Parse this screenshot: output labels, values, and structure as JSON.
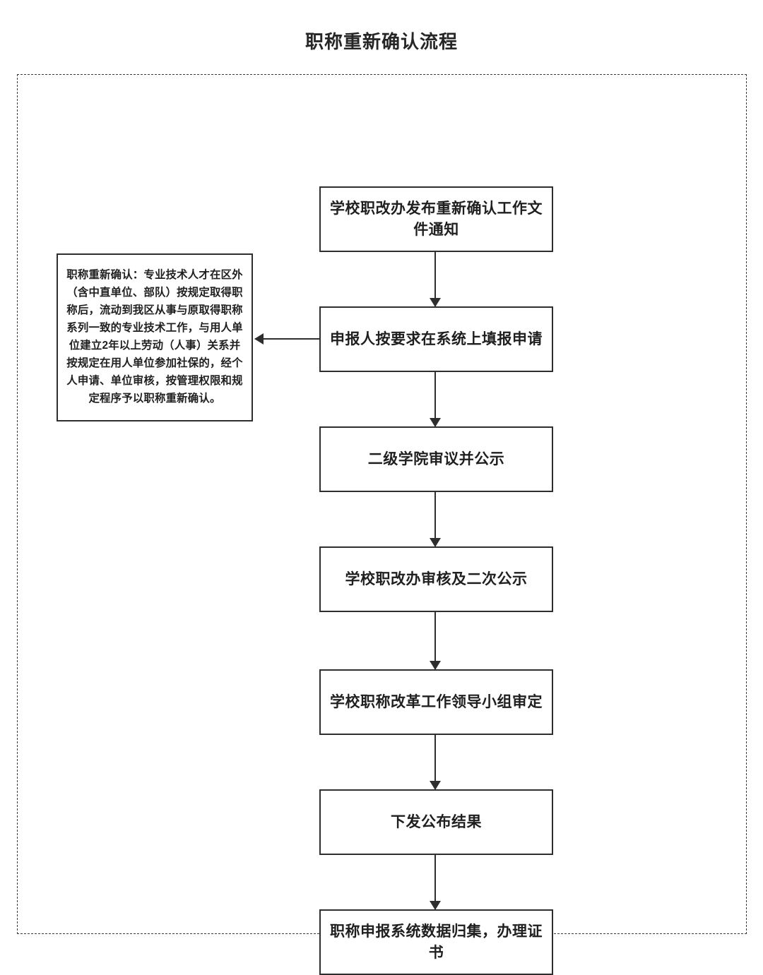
{
  "page": {
    "title": "职称重新确认流程"
  },
  "flow": {
    "container_style": "dashed",
    "colors": {
      "box_border": "#2e2e2e",
      "container_border": "#3a3a3a",
      "text": "#1f1f1f",
      "background": "#ffffff"
    },
    "steps": [
      {
        "id": 1,
        "label": "学校职改办发布重新确认工作文件通知"
      },
      {
        "id": 2,
        "label": "申报人按要求在系统上填报申请"
      },
      {
        "id": 3,
        "label": "二级学院审议并公示"
      },
      {
        "id": 4,
        "label": "学校职改办审核及二次公示"
      },
      {
        "id": 5,
        "label": "学校职称改革工作领导小组审定"
      },
      {
        "id": 6,
        "label": "下发公布结果"
      },
      {
        "id": 7,
        "label": "职称申报系统数据归集，办理证书"
      }
    ],
    "note": {
      "text": "职称重新确认：专业技术人才在区外（含中直单位、部队）按规定取得职称后，流动到我区从事与原取得职称系列一致的专业技术工作，与用人单位建立2年以上劳动（人事）关系并按规定在用人单位参加社保的，经个人申请、单位审核，按管理权限和规定程序予以职称重新确认。"
    },
    "connectors": [
      {
        "id": "conn-1",
        "from": "step-1",
        "to": "step-2",
        "direction": "down"
      },
      {
        "id": "conn-2",
        "from": "step-2",
        "to": "step-3",
        "direction": "down"
      },
      {
        "id": "conn-3",
        "from": "step-3",
        "to": "step-4",
        "direction": "down"
      },
      {
        "id": "conn-4",
        "from": "step-4",
        "to": "step-5",
        "direction": "down"
      },
      {
        "id": "conn-5",
        "from": "step-5",
        "to": "step-6",
        "direction": "down"
      },
      {
        "id": "conn-6",
        "from": "step-6",
        "to": "step-7",
        "direction": "down"
      },
      {
        "id": "conn-note",
        "from": "step-2",
        "to": "note",
        "direction": "left"
      }
    ]
  }
}
